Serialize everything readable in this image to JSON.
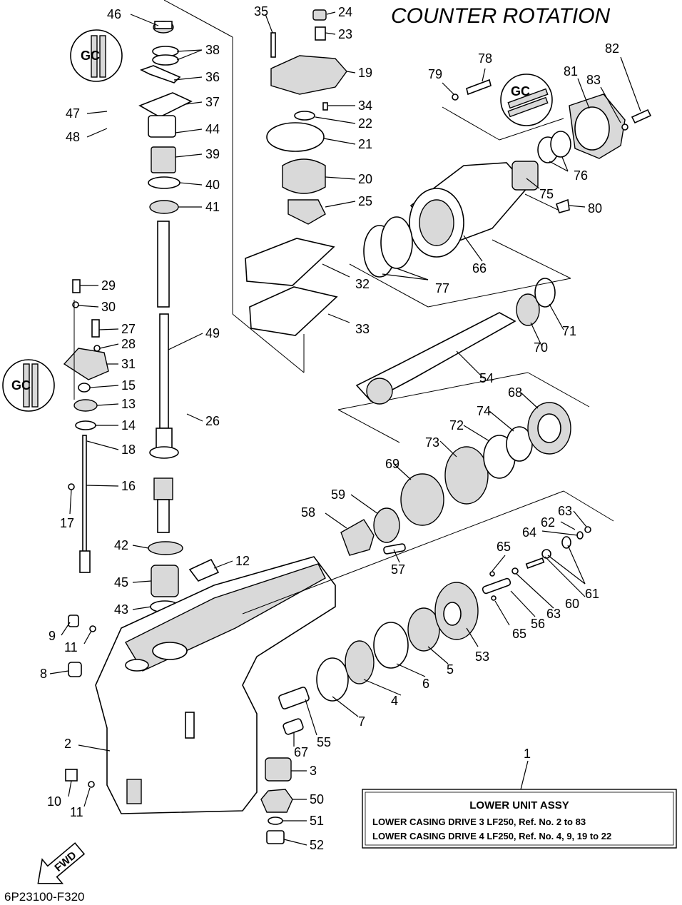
{
  "title": "COUNTER ROTATION",
  "drawing_code": "6P23100-F320",
  "fwd_label": "FWD",
  "note": {
    "title": "LOWER UNIT ASSY",
    "lines": [
      "LOWER CASING DRIVE 3 LF250,  Ref. No. 2 to 83",
      "LOWER CASING DRIVE 4 LF250,  Ref. No. 4, 9, 19 to 22"
    ]
  },
  "callouts": [
    "46",
    "38",
    "36",
    "37",
    "47",
    "48",
    "44",
    "39",
    "40",
    "41",
    "35",
    "24",
    "23",
    "19",
    "34",
    "22",
    "21",
    "20",
    "25",
    "32",
    "33",
    "29",
    "30",
    "27",
    "28",
    "31",
    "15",
    "13",
    "14",
    "18",
    "16",
    "17",
    "49",
    "26",
    "42",
    "45",
    "43",
    "12",
    "9",
    "11",
    "8",
    "2",
    "10",
    "11",
    "3",
    "50",
    "51",
    "52",
    "55",
    "67",
    "7",
    "4",
    "6",
    "5",
    "53",
    "56",
    "65",
    "65",
    "63",
    "60",
    "61",
    "64",
    "62",
    "63",
    "58",
    "57",
    "59",
    "69",
    "73",
    "72",
    "74",
    "68",
    "54",
    "70",
    "71",
    "66",
    "77",
    "75",
    "76",
    "80",
    "78",
    "79",
    "81",
    "83",
    "82",
    "1"
  ],
  "icons": [
    "grease-icon",
    "grease-icon",
    "grease-icon"
  ]
}
